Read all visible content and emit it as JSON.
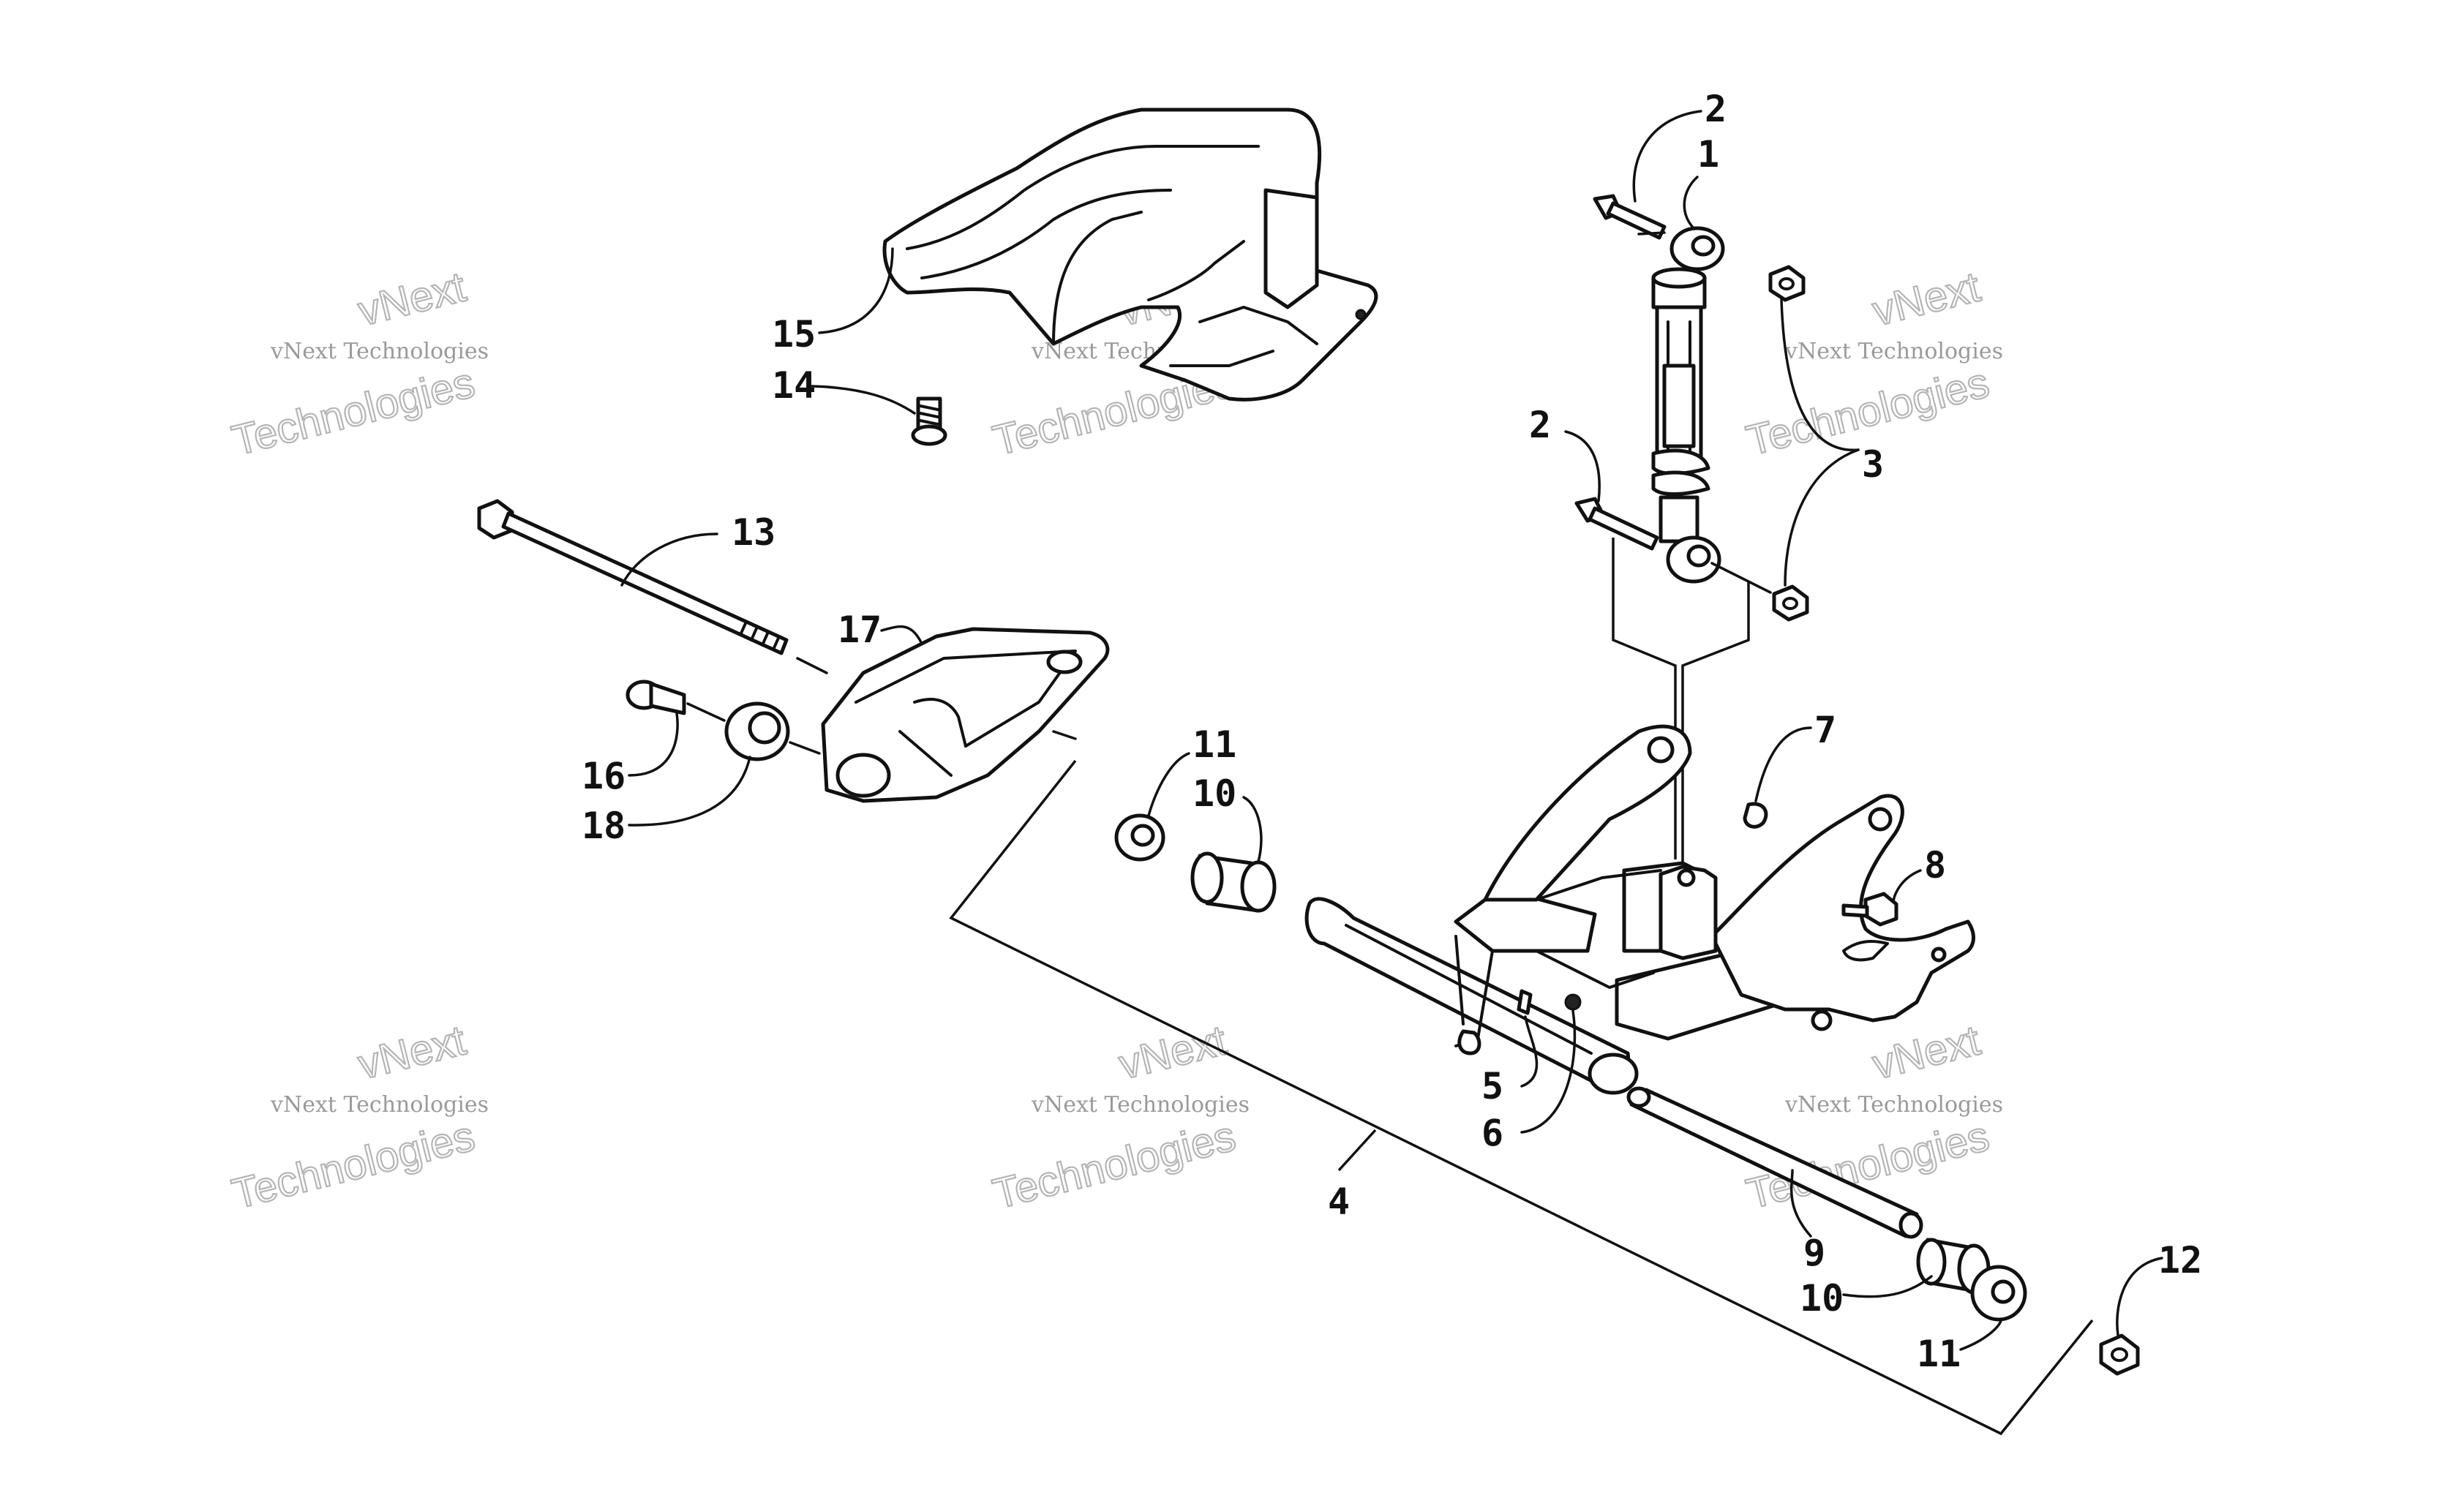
{
  "watermark": {
    "line1": "vNext",
    "line2": "vNext Technologies",
    "line3": "Technologies"
  },
  "callouts": [
    {
      "id": "c2a",
      "label": "2"
    },
    {
      "id": "c1",
      "label": "1"
    },
    {
      "id": "c2b",
      "label": "2"
    },
    {
      "id": "c3",
      "label": "3"
    },
    {
      "id": "c15",
      "label": "15"
    },
    {
      "id": "c14",
      "label": "14"
    },
    {
      "id": "c13",
      "label": "13"
    },
    {
      "id": "c17",
      "label": "17"
    },
    {
      "id": "c16",
      "label": "16"
    },
    {
      "id": "c18",
      "label": "18"
    },
    {
      "id": "c11a",
      "label": "11"
    },
    {
      "id": "c10a",
      "label": "10"
    },
    {
      "id": "c7",
      "label": "7"
    },
    {
      "id": "c8",
      "label": "8"
    },
    {
      "id": "c5",
      "label": "5"
    },
    {
      "id": "c6",
      "label": "6"
    },
    {
      "id": "c4",
      "label": "4"
    },
    {
      "id": "c9",
      "label": "9"
    },
    {
      "id": "c10b",
      "label": "10"
    },
    {
      "id": "c11b",
      "label": "11"
    },
    {
      "id": "c12",
      "label": "12"
    }
  ]
}
